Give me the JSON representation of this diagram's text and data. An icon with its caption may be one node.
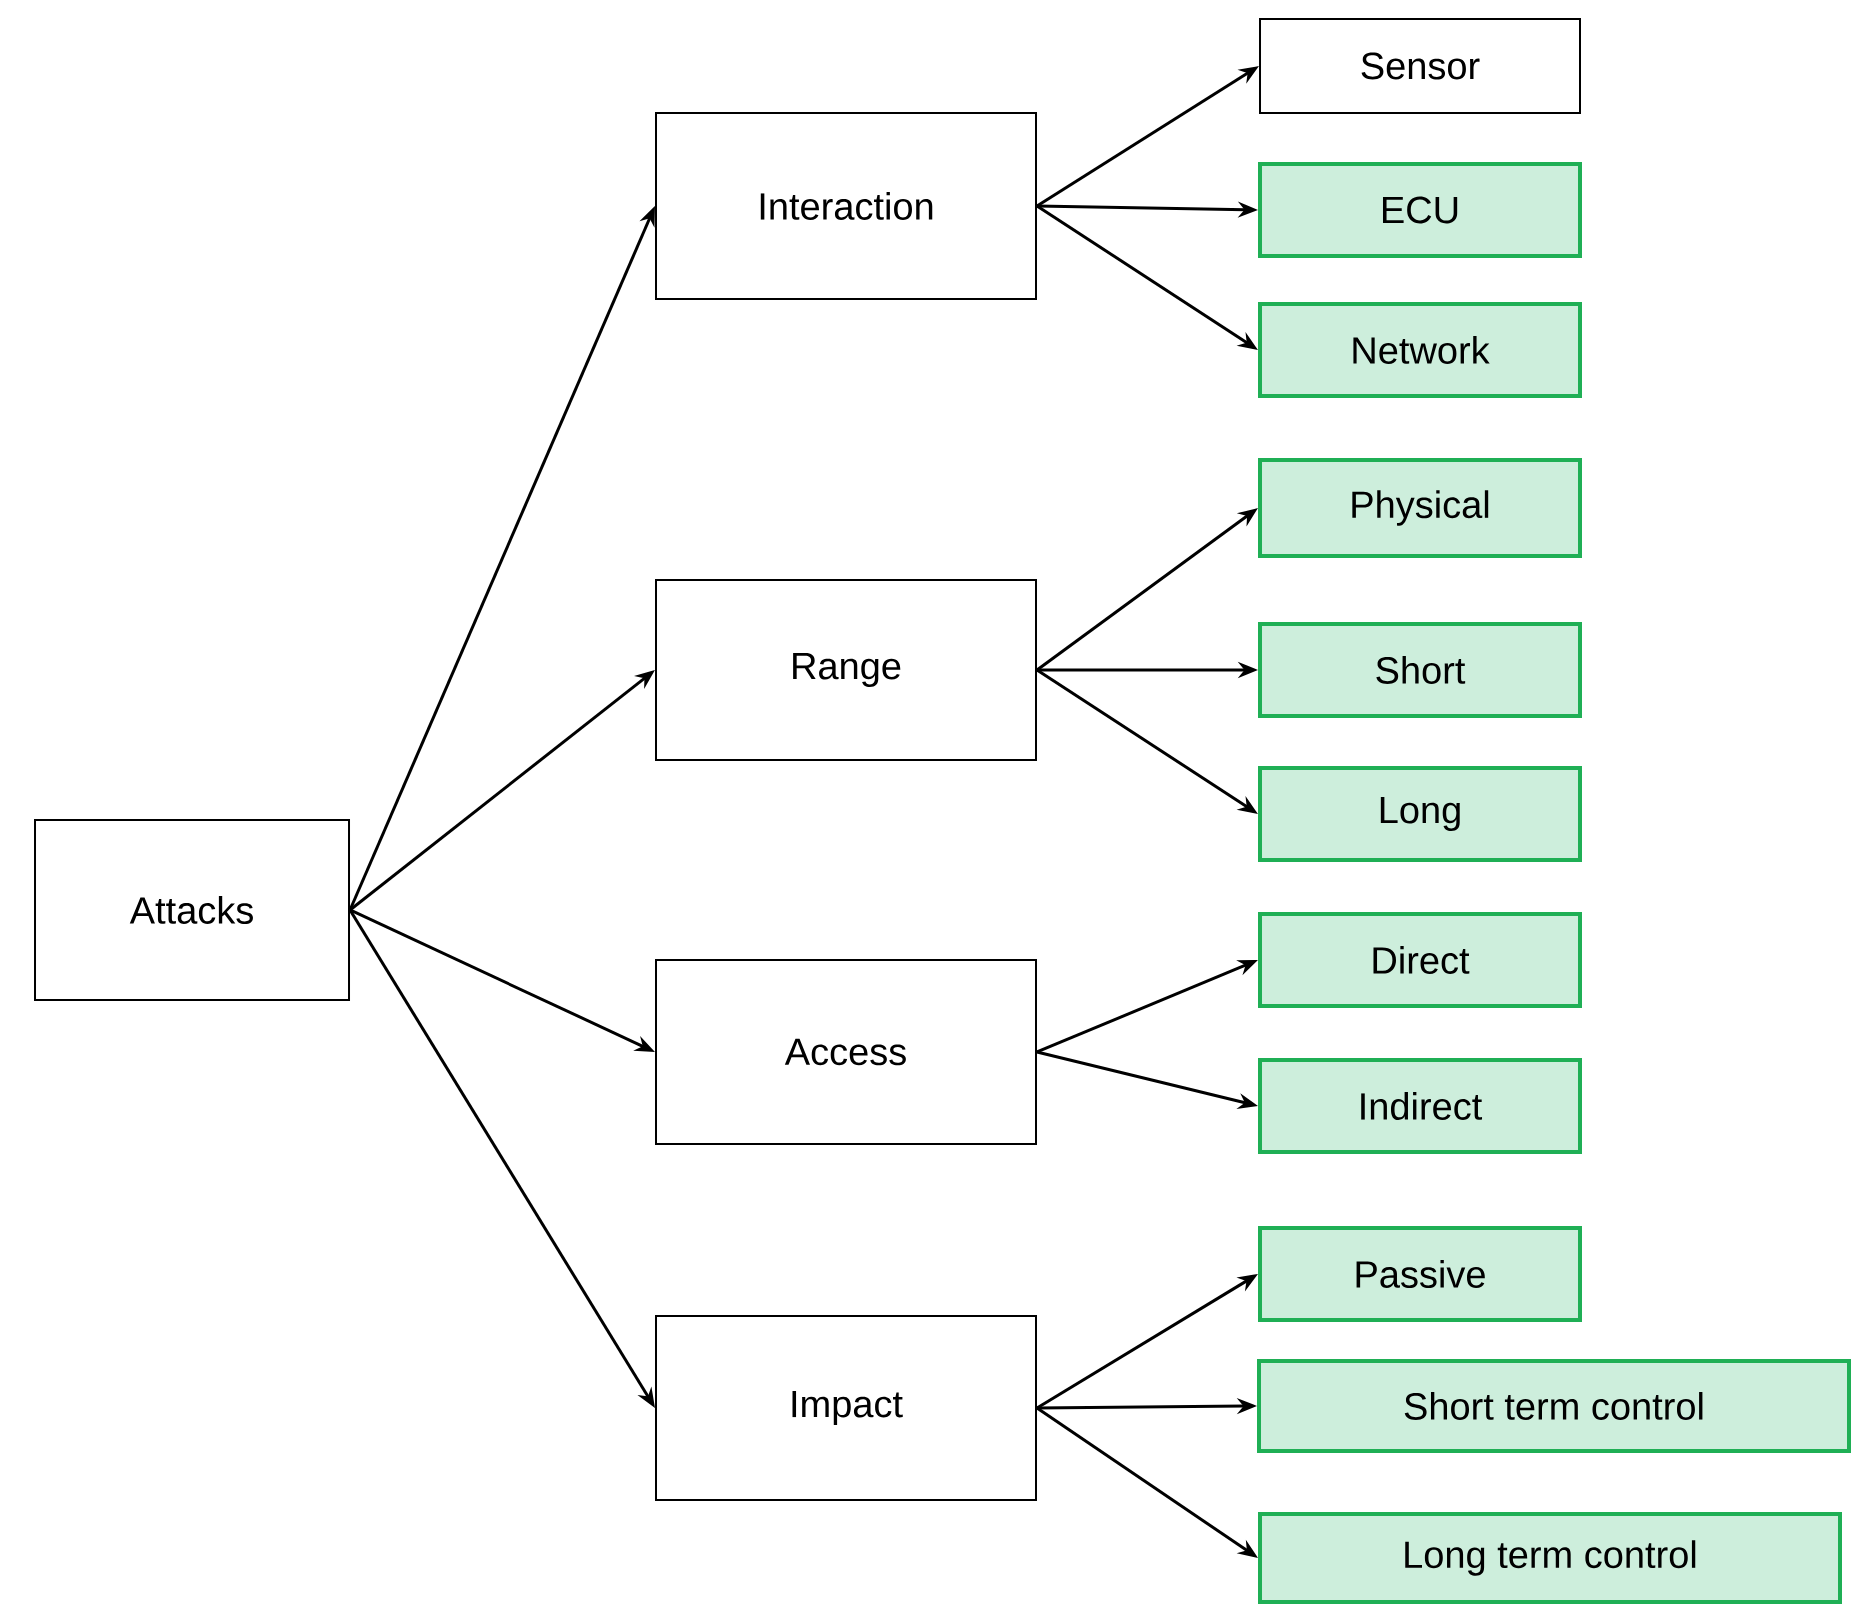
{
  "diagram": {
    "nodes": [
      {
        "text": [
          "Attacks"
        ]
      },
      {
        "text": [
          "Interaction"
        ]
      },
      {
        "text": [
          "Range"
        ]
      },
      {
        "text": [
          "Access"
        ]
      },
      {
        "text": [
          "Impact"
        ]
      },
      {
        "text": [
          "Sensor"
        ]
      },
      {
        "text": [
          "ECU"
        ]
      },
      {
        "text": [
          "Network"
        ]
      },
      {
        "text": [
          "Physical"
        ]
      },
      {
        "text": [
          "Short"
        ]
      },
      {
        "text": [
          "Long"
        ]
      },
      {
        "text": [
          "Direct"
        ]
      },
      {
        "text": [
          "Indirect"
        ]
      },
      {
        "text": [
          "Passive"
        ]
      },
      {
        "text": [
          "Short term control"
        ]
      },
      {
        "text": [
          "Long term control"
        ]
      }
    ],
    "edges": [
      {
        "from": 0,
        "to": 1,
        "arrow": "to"
      },
      {
        "from": 0,
        "to": 2,
        "arrow": "to"
      },
      {
        "from": 0,
        "to": 3,
        "arrow": "to"
      },
      {
        "from": 0,
        "to": 4,
        "arrow": "to"
      },
      {
        "from": 1,
        "to": 5,
        "arrow": "to"
      },
      {
        "from": 1,
        "to": 6,
        "arrow": "to"
      },
      {
        "from": 1,
        "to": 7,
        "arrow": "to"
      },
      {
        "from": 2,
        "to": 8,
        "arrow": "to"
      },
      {
        "from": 2,
        "to": 9,
        "arrow": "to"
      },
      {
        "from": 2,
        "to": 10,
        "arrow": "to"
      },
      {
        "from": 3,
        "to": 11,
        "arrow": "to"
      },
      {
        "from": 3,
        "to": 12,
        "arrow": "to"
      },
      {
        "from": 4,
        "to": 13,
        "arrow": "to"
      },
      {
        "from": 4,
        "to": 14,
        "arrow": "to"
      },
      {
        "from": 4,
        "to": 15,
        "arrow": "to"
      }
    ]
  }
}
